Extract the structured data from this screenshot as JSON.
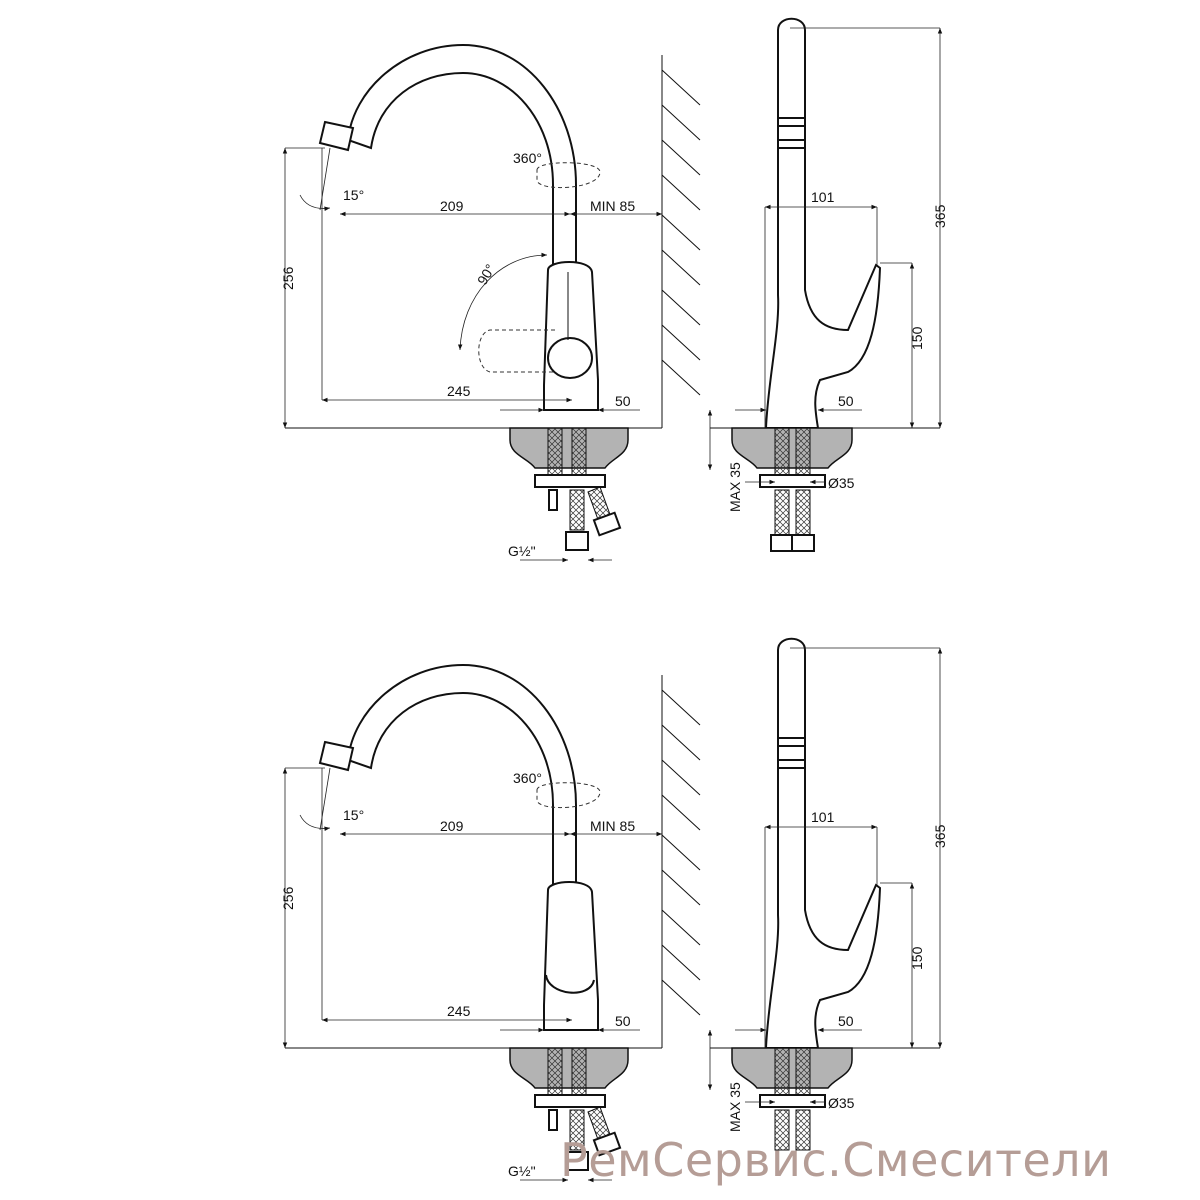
{
  "drawings": [
    {
      "name": "with-lever",
      "front": {
        "angle_tilt": "15°",
        "swivel": "360°",
        "lever_rotation": "90°",
        "reach": "209",
        "wall_clearance": "MIN 85",
        "spout_height": "256",
        "base_reach": "245",
        "base_width": "50",
        "thread": "G½\""
      },
      "side": {
        "total_height": "365",
        "body_depth": "101",
        "lever_height": "150",
        "base_width": "50",
        "hole_diameter": "Ø35",
        "max_counter": "MAX 35"
      }
    },
    {
      "name": "without-lever",
      "front": {
        "angle_tilt": "15°",
        "swivel": "360°",
        "reach": "209",
        "wall_clearance": "MIN 85",
        "spout_height": "256",
        "base_reach": "245",
        "base_width": "50",
        "thread": "G½\""
      },
      "side": {
        "total_height": "365",
        "body_depth": "101",
        "lever_height": "150",
        "base_width": "50",
        "hole_diameter": "Ø35",
        "max_counter": "MAX 35"
      }
    }
  ],
  "watermark": "РемСервис.Смесители"
}
